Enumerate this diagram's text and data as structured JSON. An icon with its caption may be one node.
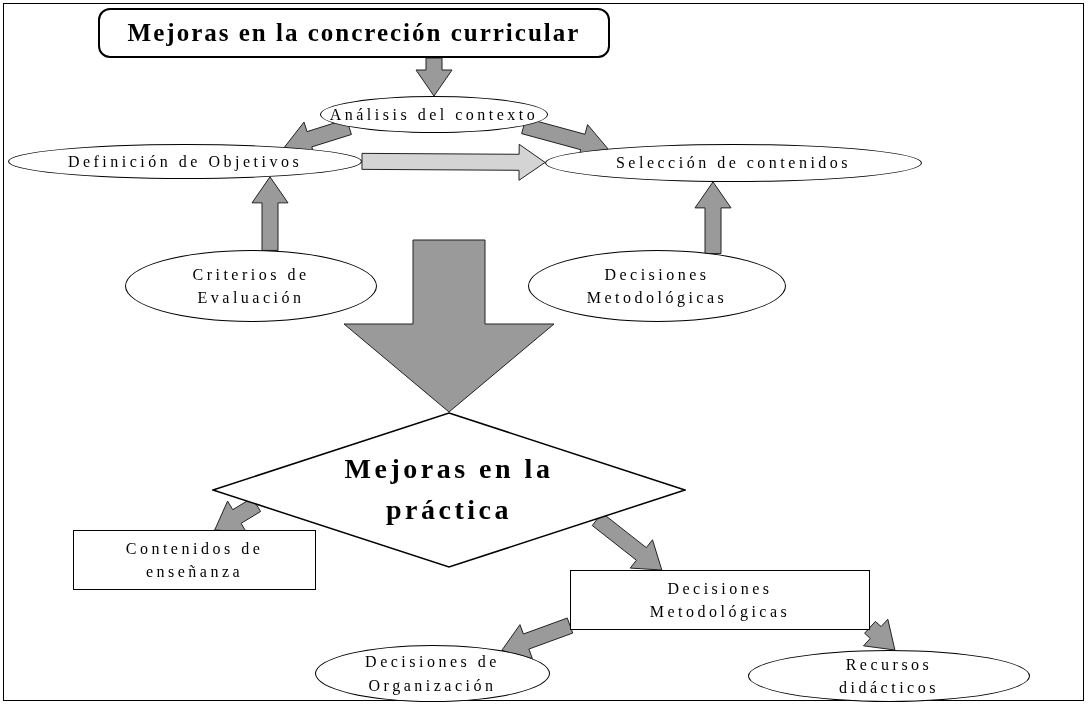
{
  "diagram": {
    "nodes": [
      {
        "text": [
          "Mejoras en la concreción curricular"
        ]
      },
      {
        "text": [
          "Análisis del contexto"
        ]
      },
      {
        "text": [
          "Definición de Objetivos"
        ]
      },
      {
        "text": [
          "Selección de contenidos"
        ]
      },
      {
        "text": [
          "Criterios de Evaluación"
        ]
      },
      {
        "text": [
          "Decisiones Metodológicas"
        ]
      },
      {
        "text": [
          "Mejoras en la práctica"
        ]
      },
      {
        "text": [
          "Contenidos de enseñanza"
        ]
      },
      {
        "text": [
          "Decisiones Metodológicas"
        ]
      },
      {
        "text": [
          "Decisiones de Organización"
        ]
      },
      {
        "text": [
          "Recursos didácticos"
        ]
      }
    ],
    "edges": [
      {
        "from": 0,
        "to": 1,
        "arrow": "to"
      },
      {
        "from": 1,
        "to": 2,
        "arrow": "to"
      },
      {
        "from": 1,
        "to": 3,
        "arrow": "to"
      },
      {
        "from": 2,
        "to": 3,
        "arrow": "to",
        "color": "#d4d4d4"
      },
      {
        "from": 4,
        "to": 2,
        "arrow": "to"
      },
      {
        "from": 5,
        "to": 3,
        "arrow": "to"
      },
      {
        "from": null,
        "to": 6,
        "arrow": "to",
        "style": "thick"
      },
      {
        "from": 6,
        "to": 7,
        "arrow": "to"
      },
      {
        "from": 6,
        "to": 8,
        "arrow": "to"
      },
      {
        "from": 8,
        "to": 9,
        "arrow": "to"
      },
      {
        "from": 8,
        "to": 10,
        "arrow": "to"
      }
    ]
  }
}
